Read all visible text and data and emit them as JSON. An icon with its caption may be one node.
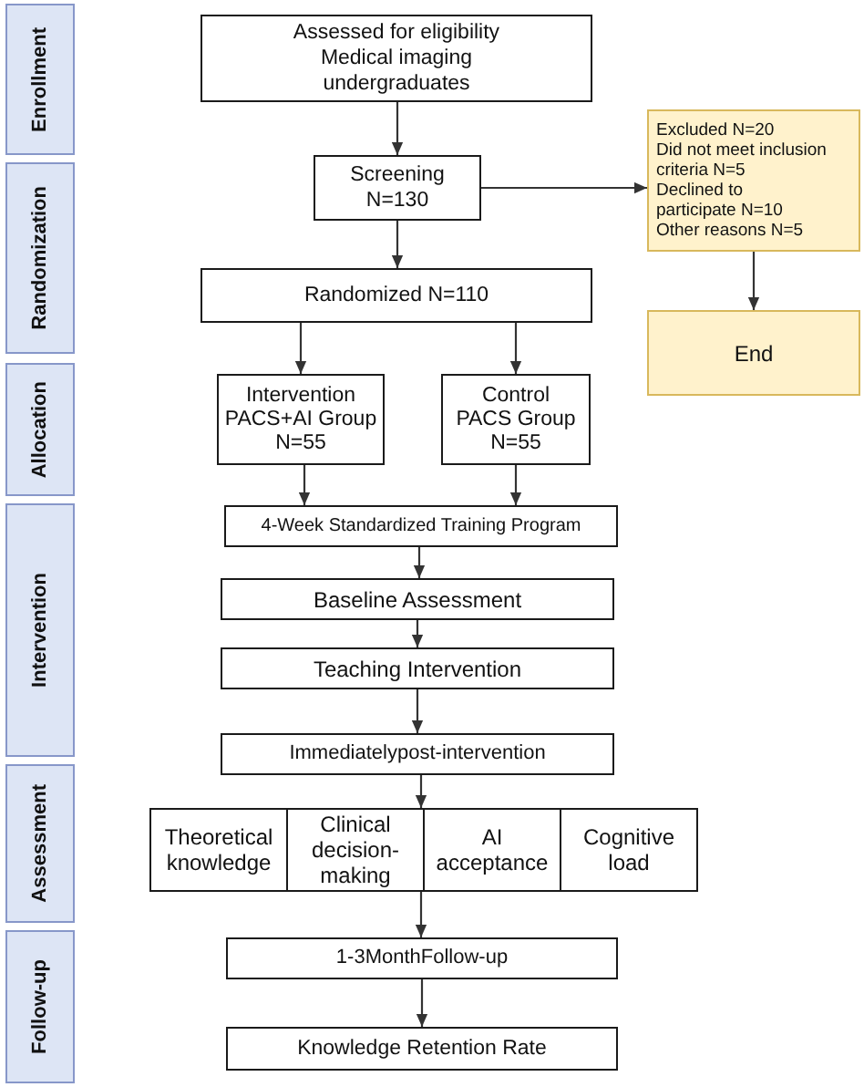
{
  "diagram": {
    "nodes": [
      {
        "text": [
          "Enrollment"
        ]
      },
      {
        "text": [
          "Randomization"
        ]
      },
      {
        "text": [
          "Allocation"
        ]
      },
      {
        "text": [
          "Intervention"
        ]
      },
      {
        "text": [
          "Assessment"
        ]
      },
      {
        "text": [
          "Follow-up"
        ]
      },
      {
        "text": [
          "Assessed for eligibility",
          "Medical imaging undergraduates"
        ]
      },
      {
        "text": [
          "Screening",
          "N=130"
        ]
      },
      {
        "text": [
          "Excluded N=20",
          "Did not meet inclusion criteria N=5",
          "Declined to participate N=10",
          "Other reasons N=5"
        ]
      },
      {
        "text": [
          "Randomized N=110"
        ]
      },
      {
        "text": [
          "End"
        ]
      },
      {
        "text": [
          "Intervention",
          "PACS+AI Group",
          "N=55"
        ]
      },
      {
        "text": [
          "Control",
          "PACS Group",
          "N=55"
        ]
      },
      {
        "text": [
          "4-Week Standardized Training Program"
        ]
      },
      {
        "text": [
          "Baseline Assessment"
        ]
      },
      {
        "text": [
          "Teaching Intervention"
        ]
      },
      {
        "text": [
          "Immediatelypost-intervention"
        ]
      },
      {
        "text": [
          "Theoretical knowledge"
        ]
      },
      {
        "text": [
          "Clinical decision-making"
        ]
      },
      {
        "text": [
          "AI acceptance"
        ]
      },
      {
        "text": [
          "Cognitive load"
        ]
      },
      {
        "text": [
          "1-3MonthFollow-up"
        ]
      },
      {
        "text": [
          "Knowledge Retention Rate"
        ]
      }
    ],
    "edges": [
      {
        "from": 6,
        "to": 7,
        "arrow": "to"
      },
      {
        "from": 7,
        "to": 8,
        "arrow": "to"
      },
      {
        "from": 8,
        "to": 10,
        "arrow": "to"
      },
      {
        "from": 7,
        "to": 9,
        "arrow": "to"
      },
      {
        "from": 9,
        "to": 11,
        "arrow": "to"
      },
      {
        "from": 9,
        "to": 12,
        "arrow": "to"
      },
      {
        "from": 11,
        "to": 13,
        "arrow": "to"
      },
      {
        "from": 12,
        "to": 13,
        "arrow": "to"
      },
      {
        "from": 13,
        "to": 14,
        "arrow": "to"
      },
      {
        "from": 14,
        "to": 15,
        "arrow": "to"
      },
      {
        "from": 15,
        "to": 16,
        "arrow": "to"
      },
      {
        "from": 16,
        "to": 18,
        "arrow": "to"
      },
      {
        "from": 18,
        "to": 21,
        "arrow": "to"
      },
      {
        "from": 21,
        "to": 22,
        "arrow": "to"
      }
    ]
  }
}
